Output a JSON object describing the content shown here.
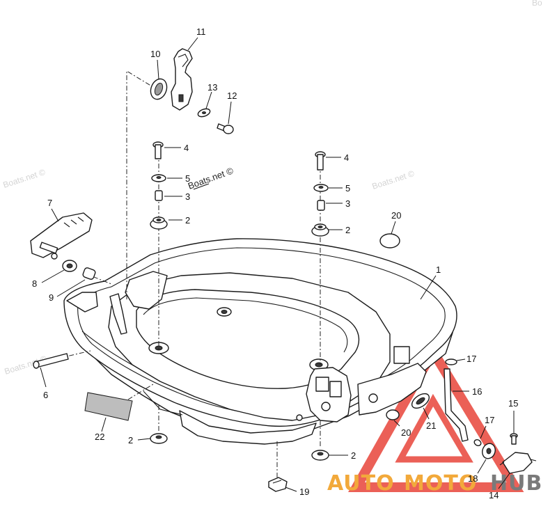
{
  "diagram": {
    "labels": [
      {
        "id": "label-11",
        "text": "11"
      },
      {
        "id": "label-10",
        "text": "10"
      },
      {
        "id": "label-13",
        "text": "13"
      },
      {
        "id": "label-12",
        "text": "12"
      },
      {
        "id": "label-4a",
        "text": "4"
      },
      {
        "id": "label-5a",
        "text": "5"
      },
      {
        "id": "label-3a",
        "text": "3"
      },
      {
        "id": "label-2a",
        "text": "2"
      },
      {
        "id": "label-4b",
        "text": "4"
      },
      {
        "id": "label-5b",
        "text": "5"
      },
      {
        "id": "label-3b",
        "text": "3"
      },
      {
        "id": "label-2b",
        "text": "2"
      },
      {
        "id": "label-7",
        "text": "7"
      },
      {
        "id": "label-8",
        "text": "8"
      },
      {
        "id": "label-9",
        "text": "9"
      },
      {
        "id": "label-20a",
        "text": "20"
      },
      {
        "id": "label-1",
        "text": "1"
      },
      {
        "id": "label-6",
        "text": "6"
      },
      {
        "id": "label-22",
        "text": "22"
      },
      {
        "id": "label-2c",
        "text": "2"
      },
      {
        "id": "label-2d",
        "text": "2"
      },
      {
        "id": "label-19",
        "text": "19"
      },
      {
        "id": "label-17a",
        "text": "17"
      },
      {
        "id": "label-16",
        "text": "16"
      },
      {
        "id": "label-20b",
        "text": "20"
      },
      {
        "id": "label-21",
        "text": "21"
      },
      {
        "id": "label-17b",
        "text": "17"
      },
      {
        "id": "label-15",
        "text": "15"
      },
      {
        "id": "label-18",
        "text": "18"
      },
      {
        "id": "label-14",
        "text": "14"
      }
    ],
    "watermark_main": "Boats.net ©",
    "watermark_faint": "Boats.net ©",
    "watermark_corner": "Bo"
  },
  "logo": {
    "text_part1": "AUTO",
    "text_part2": "MOTO",
    "text_part3": "HUB",
    "color_orange": "#f2a93b",
    "color_red": "#e8443a",
    "color_gray": "#7a7a7a"
  }
}
